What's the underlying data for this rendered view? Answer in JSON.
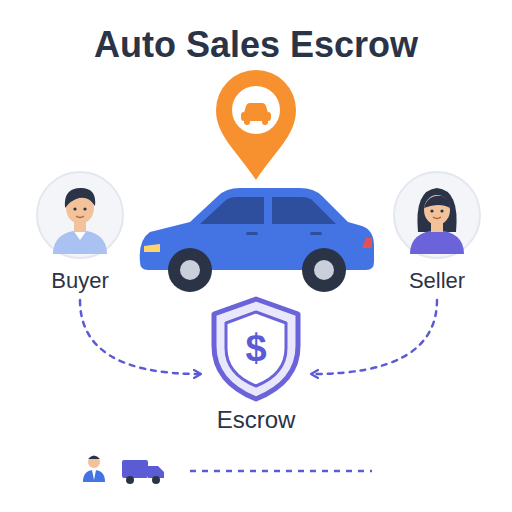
{
  "diagram": {
    "title": "Auto Sales Escrow",
    "nodes": [
      {
        "text": [
          "Buyer"
        ]
      },
      {
        "text": [
          "Seller"
        ]
      },
      {
        "text": [
          "$",
          "Escrow"
        ]
      }
    ],
    "edges": [
      {
        "from": 0,
        "to": 2,
        "arrow": "to"
      },
      {
        "from": 1,
        "to": 2,
        "arrow": "to"
      }
    ]
  }
}
